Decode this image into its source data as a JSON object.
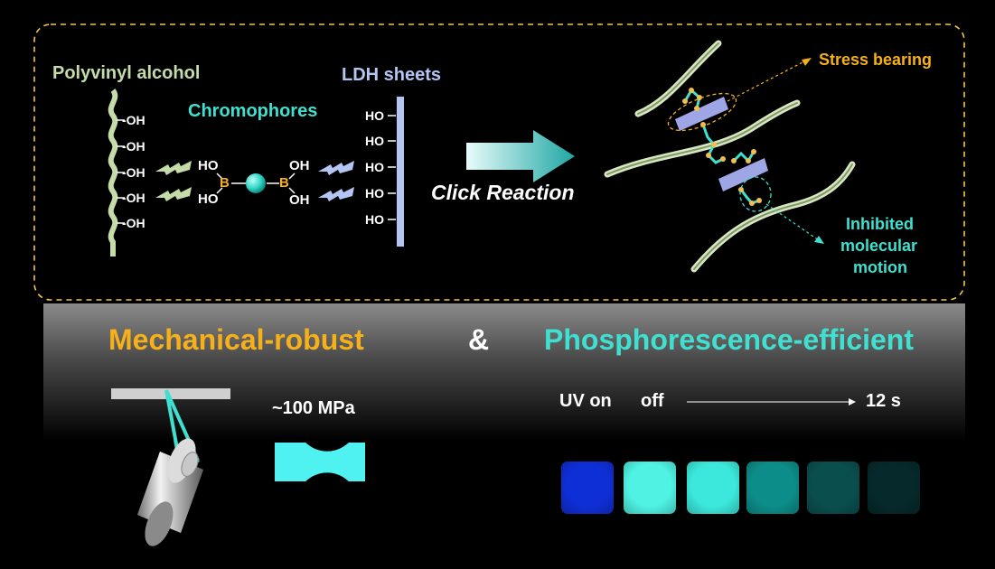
{
  "top_panel": {
    "polyvinyl_alcohol": "Polyvinyl alcohol",
    "chromophores": "Chromophores",
    "ldh_sheets": "LDH sheets",
    "oh_label": "-OH",
    "ho_label": "HO",
    "oh_text": "OH",
    "boron": "B",
    "click_reaction": "Click Reaction",
    "stress_bearing": "Stress bearing",
    "inhibited_line1": "Inhibited",
    "inhibited_line2": "molecular",
    "inhibited_line3": "motion"
  },
  "bottom_panel": {
    "mechanical_robust": "Mechanical-robust",
    "ampersand": "&",
    "phosphorescence_efficient": "Phosphorescence-efficient",
    "strength": "~100 MPa",
    "uv_on": "UV on",
    "off": "off",
    "time": "12 s"
  },
  "colors": {
    "pva": "#c5dba8",
    "chromophore": "#3fe0d0",
    "ldh": "#b3c5f2",
    "stress": "#f5b01a",
    "tiles": [
      "#0f2fd6",
      "#4ff2e3",
      "#3ce8dc",
      "#0d8d89",
      "#0a4f4e",
      "#06292b"
    ]
  }
}
